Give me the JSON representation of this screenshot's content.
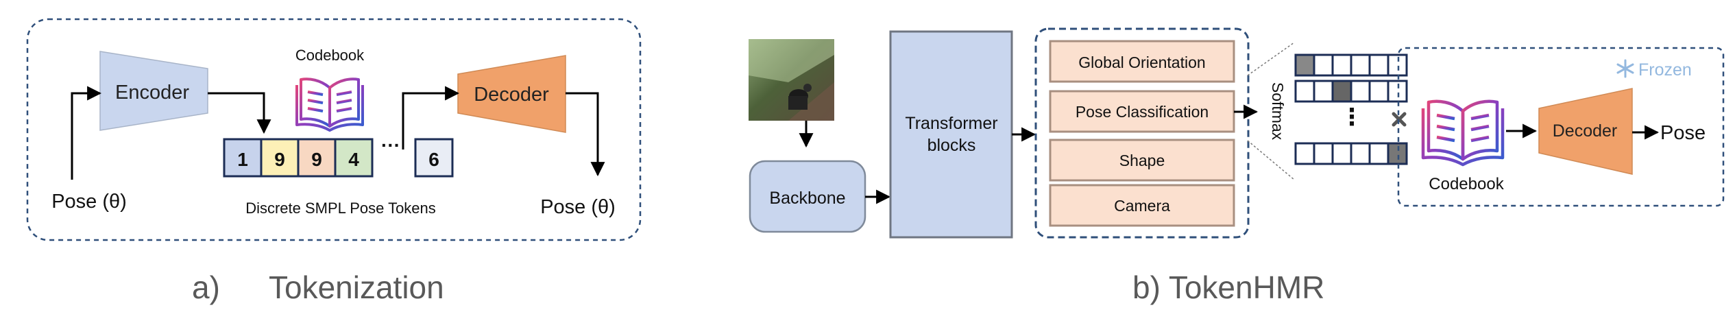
{
  "panel_a": {
    "encoder_label": "Encoder",
    "decoder_label": "Decoder",
    "codebook_label": "Codebook",
    "input_label": "Pose (θ)",
    "output_label": "Pose (θ)",
    "tokens": [
      "1",
      "9",
      "9",
      "4"
    ],
    "ellipsis": "···",
    "last_token": "6",
    "tokens_caption": "Discrete SMPL Pose Tokens",
    "caption_letter": "a)",
    "caption_title": "Tokenization"
  },
  "panel_b": {
    "backbone_label": "Backbone",
    "transformer_label_line1": "Transformer",
    "transformer_label_line2": "blocks",
    "heads": [
      "Global Orientation",
      "Pose Classification",
      "Shape",
      "Camera"
    ],
    "softmax_label": "Softmax",
    "vdots": "⋮",
    "frozen_label": "Frozen",
    "codebook_label": "Codebook",
    "decoder_label": "Decoder",
    "output_label": "Pose",
    "caption": "b) TokenHMR"
  },
  "colors": {
    "encoder_fill": "#c9d6ee",
    "decoder_fill": "#f0a16a",
    "head_fill": "#fbe0cf",
    "head_stroke": "#a88f80",
    "dashed_border": "#2f4f7a",
    "token_1_fill": "#c7d3ec",
    "token_9a_fill": "#fdf0b7",
    "token_9b_fill": "#f8d8c2",
    "token_4_fill": "#d3e7c7",
    "frozen_color": "#93b8df",
    "caption_color": "#595959"
  }
}
